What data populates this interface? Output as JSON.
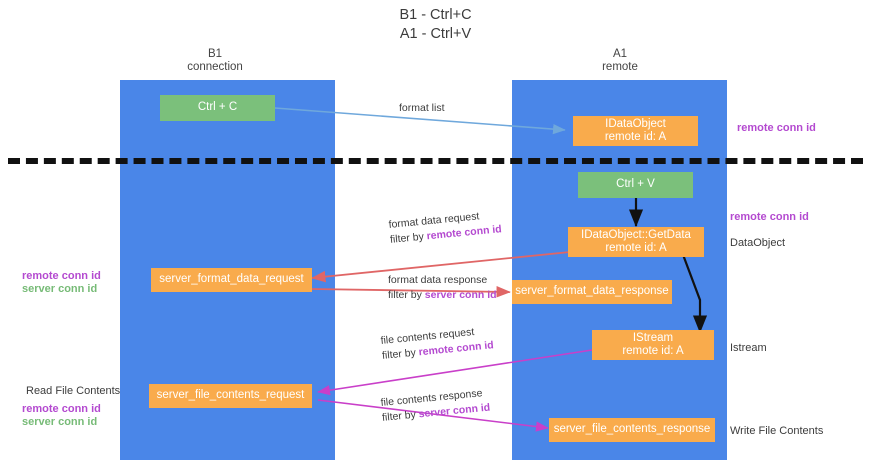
{
  "title": {
    "line1": "B1 - Ctrl+C",
    "line2": "A1 - Ctrl+V"
  },
  "lanes": [
    {
      "name": "B1",
      "role": "connection"
    },
    {
      "name": "A1",
      "role": "remote"
    }
  ],
  "nodes": {
    "ctrl_c": {
      "line1": "Ctrl + C",
      "line2": ""
    },
    "idataobject": {
      "line1": "IDataObject",
      "line2": "remote id: A"
    },
    "ctrl_v": {
      "line1": "Ctrl + V",
      "line2": ""
    },
    "getdata": {
      "line1": "IDataObject::GetData",
      "line2": "remote id: A"
    },
    "fmt_req": {
      "line1": "server_format_data_request",
      "line2": ""
    },
    "fmt_resp": {
      "line1": "server_format_data_response",
      "line2": ""
    },
    "istream": {
      "line1": "IStream",
      "line2": "remote id: A"
    },
    "file_req": {
      "line1": "server_file_contents_request",
      "line2": ""
    },
    "file_resp": {
      "line1": "server_file_contents_response",
      "line2": ""
    }
  },
  "connectors": {
    "format_list": {
      "line1": "format list",
      "line2_prefix": "",
      "line2_em": "",
      "em_kind": ""
    },
    "format_data_request": {
      "line1": "format data request",
      "line2_prefix": "filter by ",
      "line2_em": "remote conn id",
      "em_kind": "remote"
    },
    "format_data_response": {
      "line1": "format data response",
      "line2_prefix": "filter by ",
      "line2_em": "server conn id",
      "em_kind": "server"
    },
    "file_contents_request": {
      "line1": "file contents request",
      "line2_prefix": "filter by ",
      "line2_em": "remote conn id",
      "em_kind": "remote"
    },
    "file_contents_response": {
      "line1": "file contents response",
      "line2_prefix": "filter by ",
      "line2_em": "server conn id",
      "em_kind": "server"
    }
  },
  "side_labels": {
    "right_remote_top": "remote conn id",
    "right_remote_mid": "remote conn id",
    "right_dataobject": "DataObject",
    "right_istream": "Istream",
    "right_write_file": "Write File Contents",
    "left_remote_conn": "remote conn id",
    "left_server_conn": "server conn id",
    "left_read_file": "Read File Contents",
    "left_remote_conn2": "remote conn id",
    "left_server_conn2": "server conn id"
  },
  "colors": {
    "lane": "#4a86e8",
    "green_node": "#7bc07b",
    "orange_node": "#f9ab4c",
    "remote_accent": "#b44ad0",
    "server_accent": "#77bb77",
    "wire_blue": "#6fa8dc",
    "wire_red": "#e06666",
    "wire_magenta": "#c93fc9",
    "wire_black": "#111111"
  }
}
